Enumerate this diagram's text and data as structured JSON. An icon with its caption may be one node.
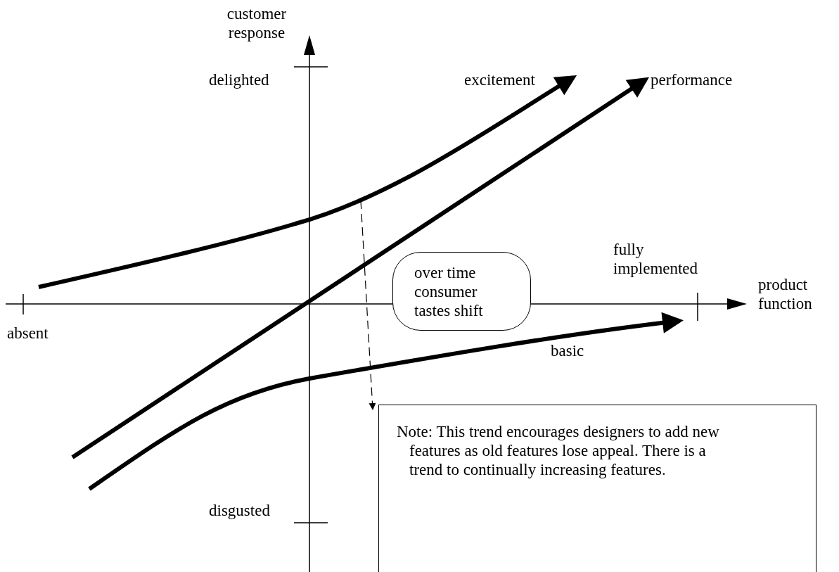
{
  "diagram": {
    "nodes": [
      {
        "text": [
          "over time consumer tastes shift"
        ]
      },
      {
        "text": [
          "Note: This trend encourages designers to add new features as old features lose appeal. There is a trend to continually increasing features."
        ]
      }
    ],
    "labels": [
      "customer response",
      "delighted",
      "excitement",
      "performance",
      "fully implemented",
      "product function",
      "absent",
      "basic",
      "disgusted"
    ]
  }
}
